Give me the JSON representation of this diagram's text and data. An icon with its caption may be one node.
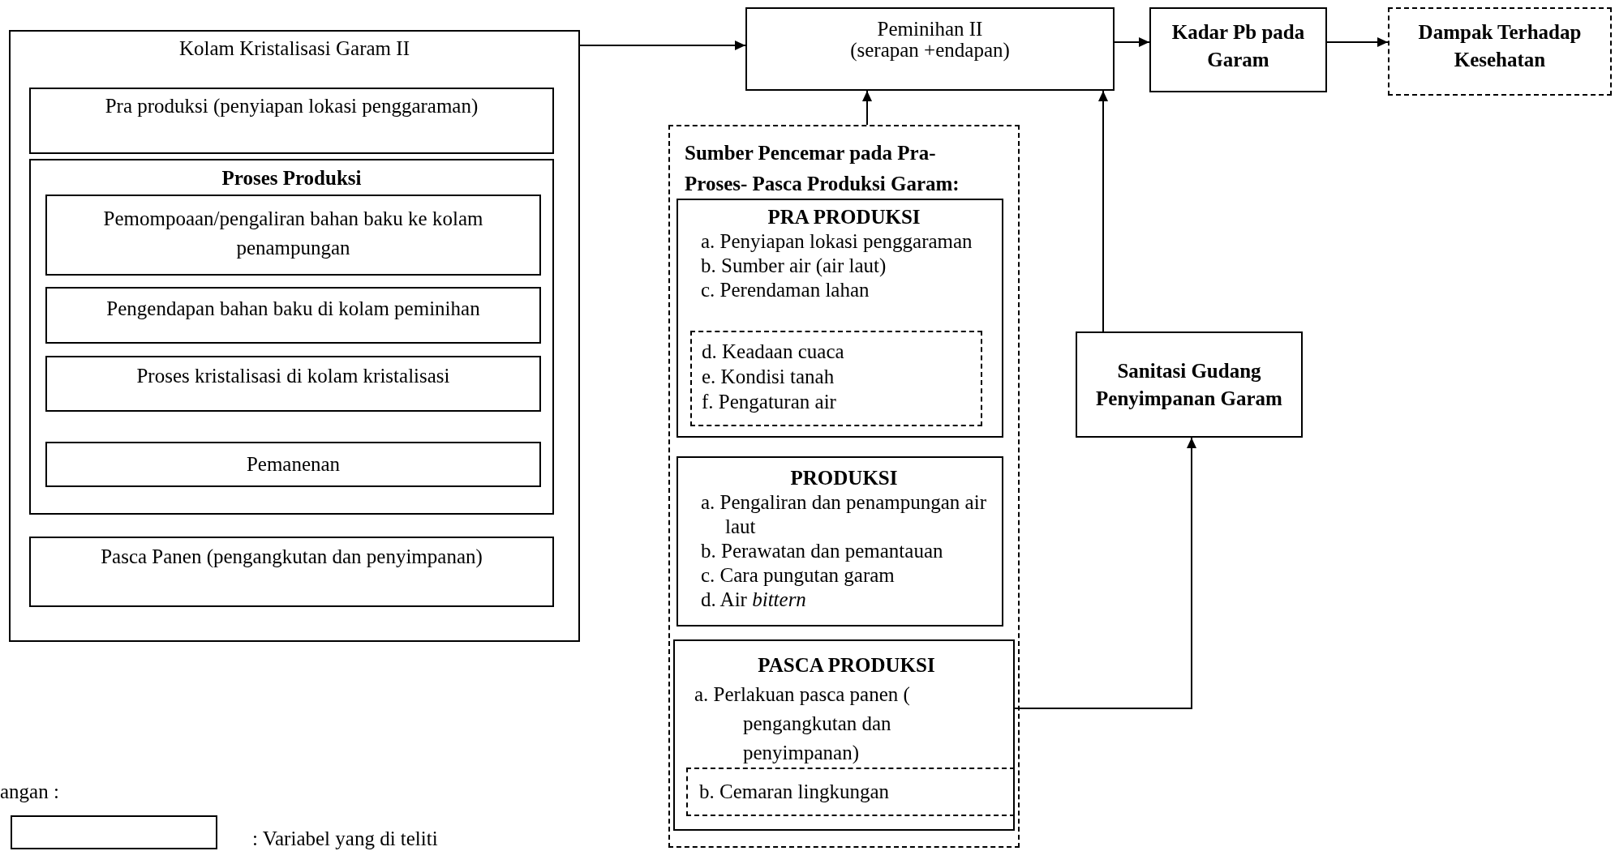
{
  "diagram": {
    "nodes": [
      {
        "text": [
          "Kolam Kristalisasi Garam II"
        ]
      },
      {
        "text": [
          "Pra produksi (penyiapan lokasi penggaraman)"
        ],
        "in": 0
      },
      {
        "text": [
          "Proses Produksi"
        ],
        "in": 0
      },
      {
        "text": [
          "Pemompoaan/pengaliran bahan baku ke kolam penampungan"
        ],
        "in": 2
      },
      {
        "text": [
          "Pengendapan bahan baku di kolam peminihan"
        ],
        "in": 2
      },
      {
        "text": [
          "Proses kristalisasi di kolam kristalisasi"
        ],
        "in": 2
      },
      {
        "text": [
          "Pemanenan"
        ],
        "in": 2
      },
      {
        "text": [
          "Pasca Panen (pengangkutan dan penyimpanan)"
        ],
        "in": 0
      },
      {
        "text": [
          "Peminihan II",
          "(serapan +endapan)"
        ]
      },
      {
        "text": [
          "Kadar Pb pada Garam"
        ]
      },
      {
        "text": [
          "Dampak Terhadap Kesehatan"
        ]
      },
      {
        "text": [
          "Sumber Pencemar pada Pra- Proses- Pasca Produksi Garam:"
        ]
      },
      {
        "text": [
          "PRA PRODUKSI",
          "a. Penyiapan lokasi penggaraman",
          "b. Sumber air (air laut)",
          "c. Perendaman lahan"
        ],
        "in": 11
      },
      {
        "text": [
          "d. Keadaan cuaca",
          "e. Kondisi tanah",
          "f. Pengaturan air"
        ],
        "in": 12
      },
      {
        "text": [
          "PRODUKSI",
          "a. Pengaliran dan penampungan air laut",
          "b. Perawatan dan pemantauan",
          "c. Cara pungutan garam",
          "d. Air *bittern*"
        ],
        "in": 11
      },
      {
        "text": [
          "PASCA PRODUKSI",
          "a. Perlakuan pasca panen ( pengangkutan dan penyimpanan)"
        ],
        "in": 11
      },
      {
        "text": [
          "b. Cemaran lingkungan"
        ],
        "in": 15
      },
      {
        "text": [
          "Sanitasi Gudang Penyimpanan Garam"
        ]
      }
    ],
    "edges": [
      {
        "from": 0,
        "to": 8,
        "arrow": "to"
      },
      {
        "from": 11,
        "to": 8,
        "arrow": "to"
      },
      {
        "from": 8,
        "to": 9,
        "arrow": "to"
      },
      {
        "from": 9,
        "to": 10,
        "arrow": "to"
      },
      {
        "from": 17,
        "to": 8,
        "arrow": "to"
      },
      {
        "from": 15,
        "to": 17,
        "arrow": "to"
      }
    ],
    "labels": [
      "angan :"
    ],
    "legend": [
      {
        "text": ": Variabel yang di teliti"
      }
    ]
  }
}
